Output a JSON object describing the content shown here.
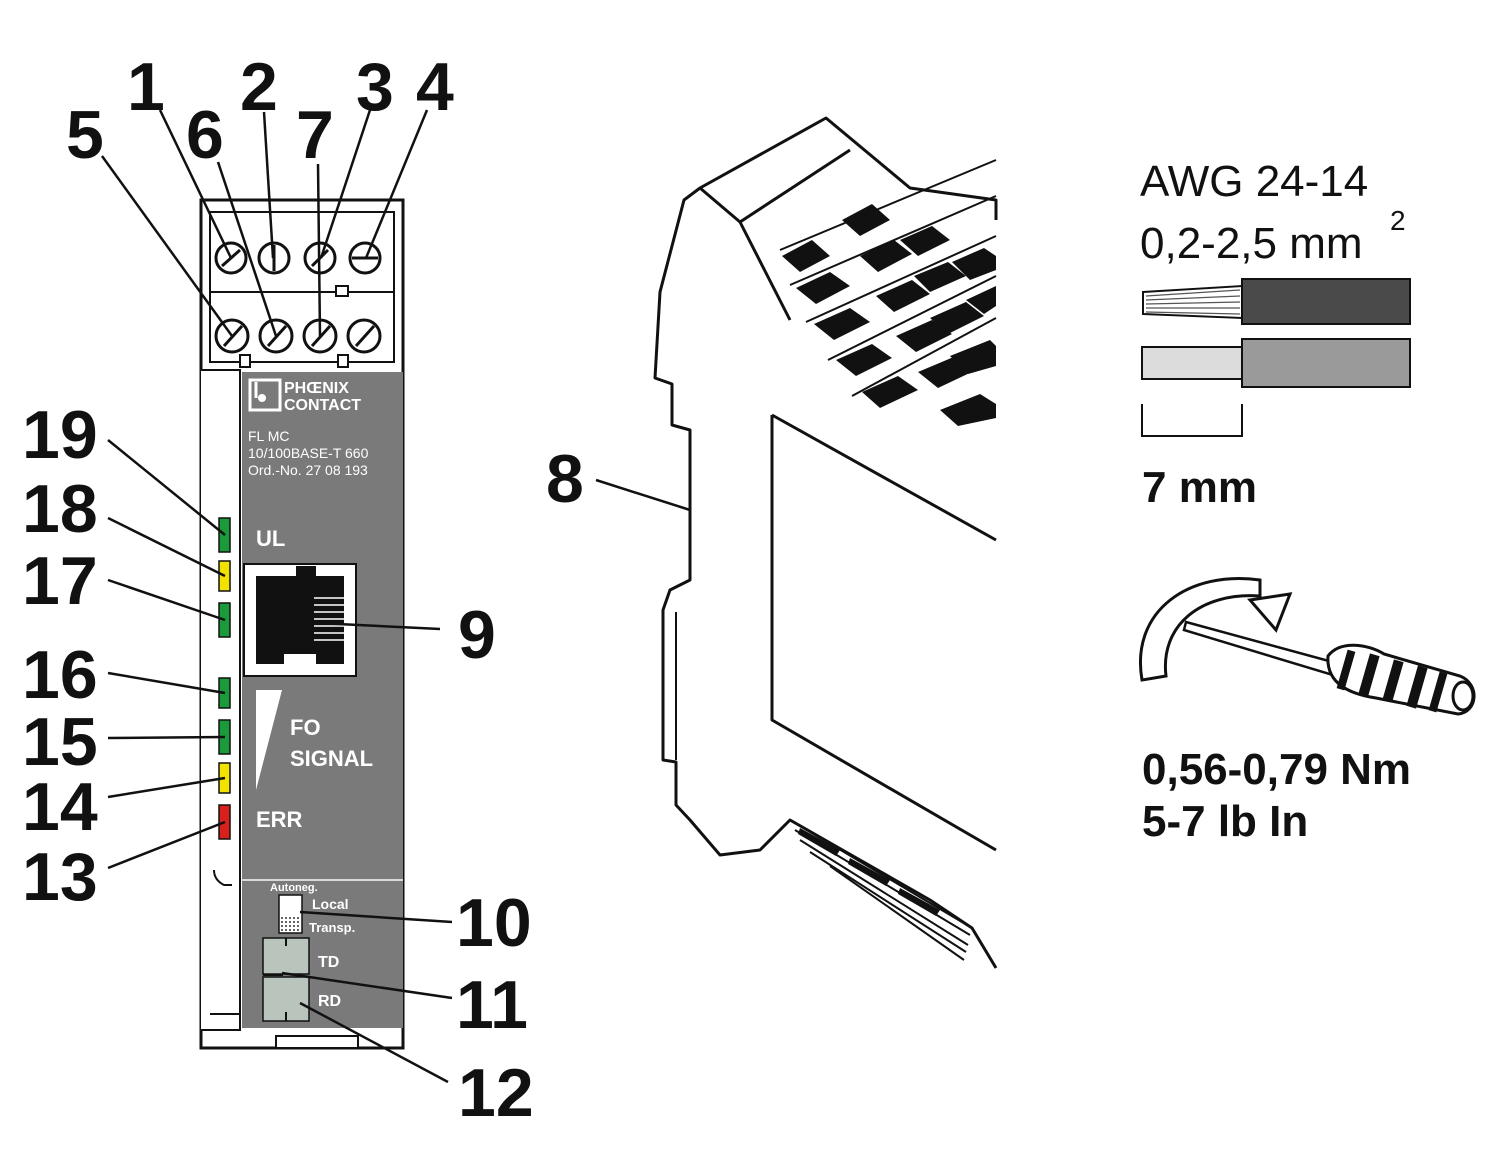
{
  "device": {
    "brand_line1": "PHŒNIX",
    "brand_line2": "CONTACT",
    "model_line1": "FL MC",
    "model_line2": "10/100BASE-T 660",
    "model_line3": "Ord.-No. 27 08 193",
    "label_ul": "UL",
    "label_fo": "FO",
    "label_signal": "SIGNAL",
    "label_err": "ERR",
    "switch_autoneg": "Autoneg.",
    "switch_local": "Local",
    "switch_transp": "Transp.",
    "label_td": "TD",
    "label_rd": "RD"
  },
  "callouts": [
    "1",
    "2",
    "3",
    "4",
    "5",
    "6",
    "7",
    "8",
    "9",
    "10",
    "11",
    "12",
    "13",
    "14",
    "15",
    "16",
    "17",
    "18",
    "19"
  ],
  "wire_spec": {
    "awg": "AWG 24-14",
    "cross_section": "0,2-2,5 mm",
    "cross_section_sup": "2",
    "strip_length": "7 mm"
  },
  "torque_spec": {
    "nm": "0,56-0,79 Nm",
    "lbin": "5-7 lb In"
  },
  "colors": {
    "panel_gray": "#7a7a7a",
    "led_green": "#1a9a3a",
    "led_yellow": "#f2e200",
    "led_red": "#d8201c"
  }
}
